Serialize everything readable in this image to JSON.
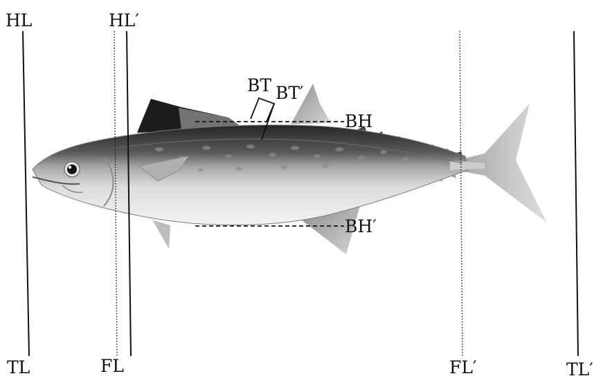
{
  "labels": {
    "hl": "HL",
    "hl_prime": "HL′",
    "tl": "TL",
    "fl": "FL",
    "fl_prime": "FL′",
    "tl_prime": "TL′",
    "bt": "BT",
    "bt_prime": "BT′",
    "bh": "BH",
    "bh_prime": "BH′"
  },
  "colors": {
    "ink": "#111111",
    "fish_back": "#2f2f2f",
    "fish_mid": "#9a9a9a",
    "fish_belly": "#f2f2f2",
    "fin": "#b5b5b5"
  }
}
